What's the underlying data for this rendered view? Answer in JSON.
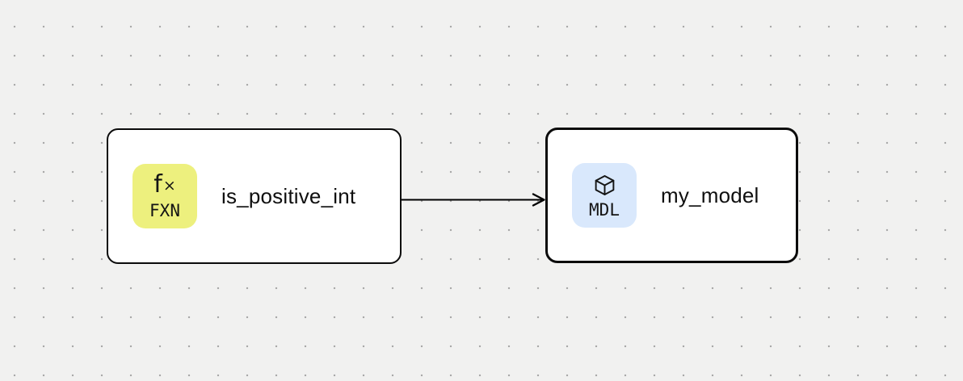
{
  "canvas": {
    "kind": "dag-flow-canvas",
    "background_color": "#f1f1f0",
    "grid_dot_color": "#a9a9a9"
  },
  "nodes": [
    {
      "id": "is_positive_int",
      "label": "is_positive_int",
      "type_code": "FXN",
      "type_icon": "fx-icon",
      "icon_glyphs": {
        "f": "f",
        "times": "×"
      },
      "badge_color": "#edf07e",
      "selected": false
    },
    {
      "id": "my_model",
      "label": "my_model",
      "type_code": "MDL",
      "type_icon": "cube-icon",
      "badge_color": "#d9e8fc",
      "selected": true
    }
  ],
  "edges": [
    {
      "from": "is_positive_int",
      "to": "my_model",
      "color": "#000000",
      "arrowhead": "open"
    }
  ]
}
